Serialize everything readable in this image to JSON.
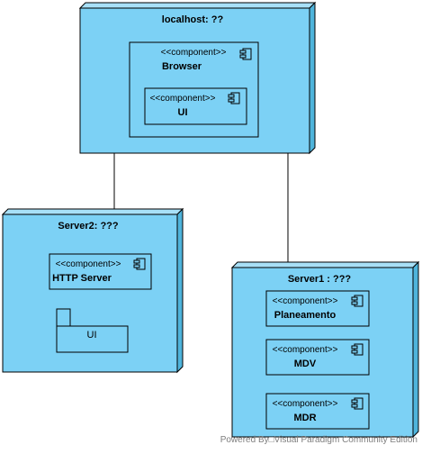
{
  "colors": {
    "node_fill": "#7fd0f2",
    "node_face": "#7cd1f5",
    "node_top": "#a8e0f7",
    "node_side": "#4fb4db",
    "stroke": "#000000",
    "footer": "#7d7d7d"
  },
  "nodes": {
    "localhost": {
      "title": "localhost: ??"
    },
    "server2": {
      "title": "Server2: ???"
    },
    "server1": {
      "title": "Server1 : ???"
    }
  },
  "components": {
    "browser": {
      "stereotype": "<<component>>",
      "name": "Browser"
    },
    "ui_inner": {
      "stereotype": "<<component>>",
      "name": "UI"
    },
    "http_server": {
      "stereotype": "<<component>>",
      "name": "HTTP Server"
    },
    "planeamento": {
      "stereotype": "<<component>>",
      "name": "Planeamento"
    },
    "mdv": {
      "stereotype": "<<component>>",
      "name": "MDV"
    },
    "mdr": {
      "stereotype": "<<component>>",
      "name": "MDR"
    }
  },
  "package": {
    "name": "UI"
  },
  "footer": {
    "text": "Powered By□Visual Paradigm Community Edition"
  },
  "icons": {
    "component": "component-icon",
    "package": "package-icon"
  }
}
